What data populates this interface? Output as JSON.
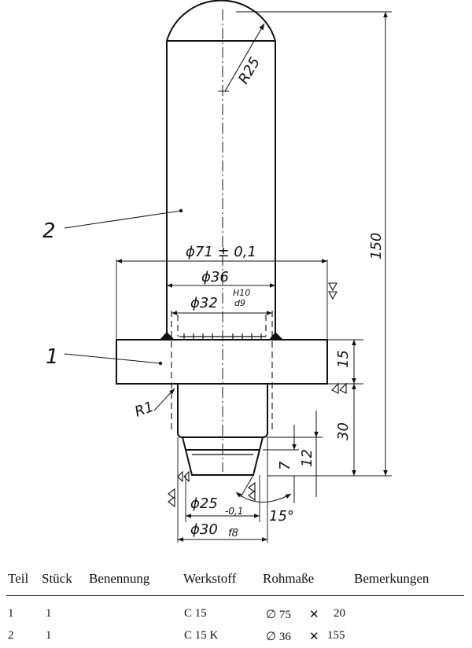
{
  "drawing": {
    "labels": {
      "r25": "R25",
      "height_150": "150",
      "part2": "2",
      "part1": "1",
      "dia71": "ϕ71 ± 0,1",
      "dia36": "ϕ36",
      "dia32": "ϕ32",
      "dia32_tol_upper": "H10",
      "dia32_tol_lower": "d9",
      "h15": "15",
      "r1": "R1",
      "h30": "30",
      "h7": "7",
      "h12": "12",
      "dia25": "ϕ25",
      "dia25_tol": "-0,1",
      "angle15": "15°",
      "dia30": "ϕ30",
      "dia30_tol": "f8"
    }
  },
  "table": {
    "headers": [
      "Teil",
      "Stück",
      "Benennung",
      "Werkstoff",
      "Rohmaße",
      "Bemerkungen"
    ],
    "rows": [
      {
        "teil": "1",
        "stueck": "1",
        "werkstoff": "C 15",
        "diameter": "∅ 75",
        "times": "✕",
        "length": "20"
      },
      {
        "teil": "2",
        "stueck": "1",
        "werkstoff": "C 15 K",
        "diameter": "∅ 36",
        "times": "✕",
        "length": "155"
      }
    ]
  }
}
